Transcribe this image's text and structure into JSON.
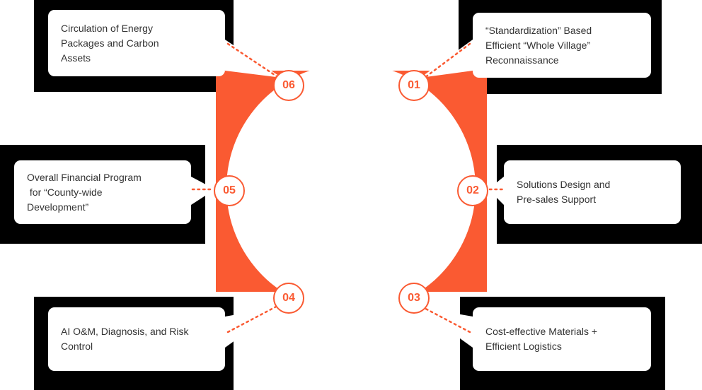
{
  "diagram": {
    "colors": {
      "accent": "#FA5A32",
      "backdrop": "#000000",
      "card_background": "#FFFFFF",
      "label_text": "#333333"
    },
    "items": [
      {
        "number": "01",
        "label": "“Standardization” Based\nEfficient “Whole Village”\nReconnaissance"
      },
      {
        "number": "02",
        "label": "Solutions Design and\nPre-sales Support"
      },
      {
        "number": "03",
        "label": "Cost-effective Materials +\nEfficient Logistics"
      },
      {
        "number": "04",
        "label": "AI O&M, Diagnosis, and Risk\nControl"
      },
      {
        "number": "05",
        "label": "Overall Financial Program\n for “County-wide\nDevelopment”"
      },
      {
        "number": "06",
        "label": "Circulation of Energy\nPackages and Carbon\nAssets"
      }
    ]
  }
}
